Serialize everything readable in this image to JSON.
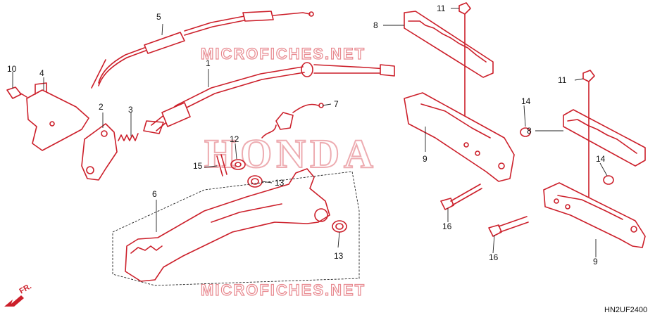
{
  "watermark": {
    "text": "MICROFICHES.NET",
    "brand": "HONDA"
  },
  "diagram_code": "HN2UF2400",
  "direction_label": "FR.",
  "callouts": {
    "c1": "1",
    "c2": "2",
    "c3": "3",
    "c4": "4",
    "c5": "5",
    "c6": "6",
    "c7": "7",
    "c8a": "8",
    "c8b": "8",
    "c9a": "9",
    "c9b": "9",
    "c10": "10",
    "c11a": "11",
    "c11b": "11",
    "c12": "12",
    "c13a": "13",
    "c13b": "13",
    "c14a": "14",
    "c14b": "14",
    "c15": "15",
    "c16a": "16",
    "c16b": "16"
  },
  "colors": {
    "part_line": "#cc1f2a",
    "callout_text": "#111111",
    "watermark": "#e88a90"
  }
}
